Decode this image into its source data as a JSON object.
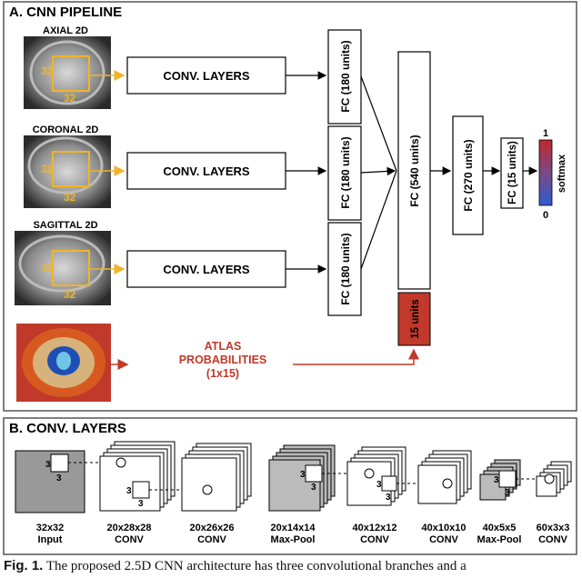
{
  "panel_a": {
    "title": "A. CNN PIPELINE",
    "branches": [
      {
        "label": "AXIAL 2D",
        "size_v": "32",
        "size_h": "32",
        "conv": "CONV. LAYERS",
        "fc": "FC (180 units)"
      },
      {
        "label": "CORONAL 2D",
        "size_v": "32",
        "size_h": "32",
        "conv": "CONV. LAYERS",
        "fc": "FC (180 units)"
      },
      {
        "label": "SAGITTAL 2D",
        "size_v": "32",
        "size_h": "32",
        "conv": "CONV. LAYERS",
        "fc": "FC (180 units)"
      }
    ],
    "atlas": {
      "line1": "ATLAS",
      "line2": "PROBABILITIES",
      "line3": "(1x15)",
      "box": "15 units"
    },
    "fc540": "FC (540 units)",
    "fc270": "FC (270 units)",
    "fc15": "FC (15 units)",
    "softmax": {
      "label": "softmax",
      "top": "1",
      "bottom": "0"
    }
  },
  "panel_b": {
    "title": "B. CONV. LAYERS",
    "kernel": "3",
    "layers": [
      {
        "dims": "32x32",
        "type": "Input"
      },
      {
        "dims": "20x28x28",
        "type": "CONV"
      },
      {
        "dims": "20x26x26",
        "type": "CONV"
      },
      {
        "dims": "20x14x14",
        "type": "Max-Pool"
      },
      {
        "dims": "40x12x12",
        "type": "CONV"
      },
      {
        "dims": "40x10x10",
        "type": "CONV"
      },
      {
        "dims": "40x5x5",
        "type": "Max-Pool"
      },
      {
        "dims": "60x3x3",
        "type": "CONV"
      }
    ]
  },
  "caption": {
    "prefix": "Fig. 1.",
    "text": "The proposed 2.5D CNN architecture has three convolutional branches and a"
  },
  "colors": {
    "accent": "#f0b429",
    "atlas": "#c0392b",
    "frame": "#555555"
  }
}
